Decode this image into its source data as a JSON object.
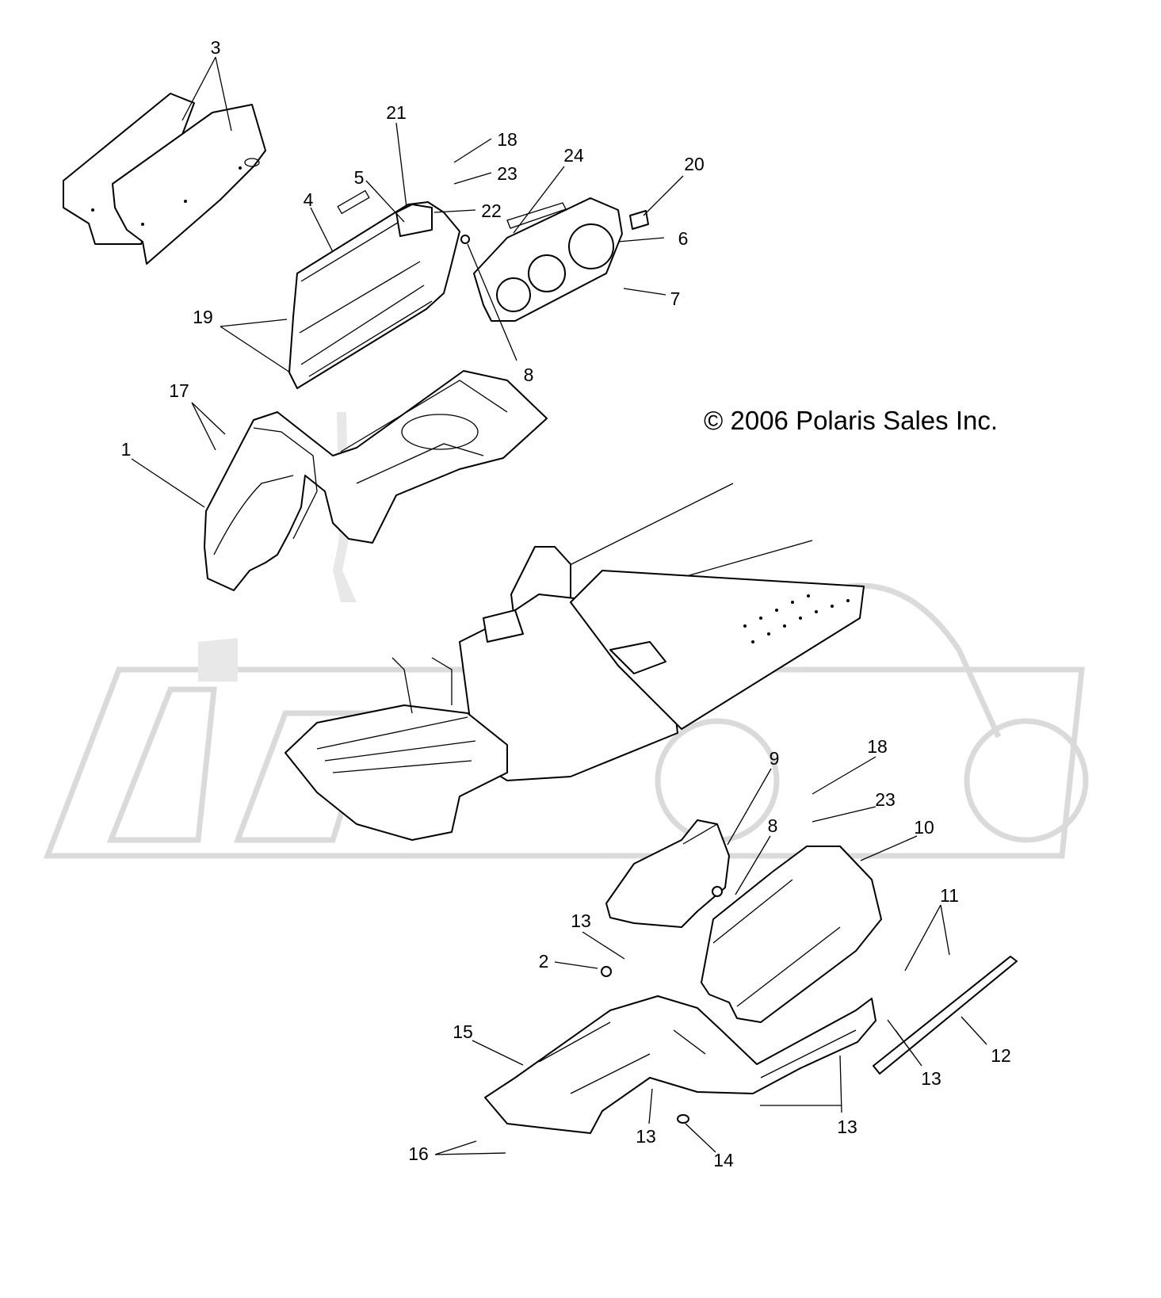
{
  "copyright": "© 2006 Polaris Sales Inc.",
  "callouts": [
    {
      "id": "c3",
      "label": "3"
    },
    {
      "id": "c21",
      "label": "21"
    },
    {
      "id": "c18a",
      "label": "18"
    },
    {
      "id": "c24",
      "label": "24"
    },
    {
      "id": "c20",
      "label": "20"
    },
    {
      "id": "c23a",
      "label": "23"
    },
    {
      "id": "c5",
      "label": "5"
    },
    {
      "id": "c4",
      "label": "4"
    },
    {
      "id": "c22",
      "label": "22"
    },
    {
      "id": "c6",
      "label": "6"
    },
    {
      "id": "c7",
      "label": "7"
    },
    {
      "id": "c19",
      "label": "19"
    },
    {
      "id": "c8a",
      "label": "8"
    },
    {
      "id": "c17",
      "label": "17"
    },
    {
      "id": "c1",
      "label": "1"
    },
    {
      "id": "c9",
      "label": "9"
    },
    {
      "id": "c18b",
      "label": "18"
    },
    {
      "id": "c23b",
      "label": "23"
    },
    {
      "id": "c8b",
      "label": "8"
    },
    {
      "id": "c10",
      "label": "10"
    },
    {
      "id": "c11",
      "label": "11"
    },
    {
      "id": "c13a",
      "label": "13"
    },
    {
      "id": "c2",
      "label": "2"
    },
    {
      "id": "c15",
      "label": "15"
    },
    {
      "id": "c12",
      "label": "12"
    },
    {
      "id": "c13b",
      "label": "13"
    },
    {
      "id": "c16",
      "label": "16"
    },
    {
      "id": "c13c",
      "label": "13"
    },
    {
      "id": "c13d",
      "label": "13"
    },
    {
      "id": "c14",
      "label": "14"
    }
  ]
}
